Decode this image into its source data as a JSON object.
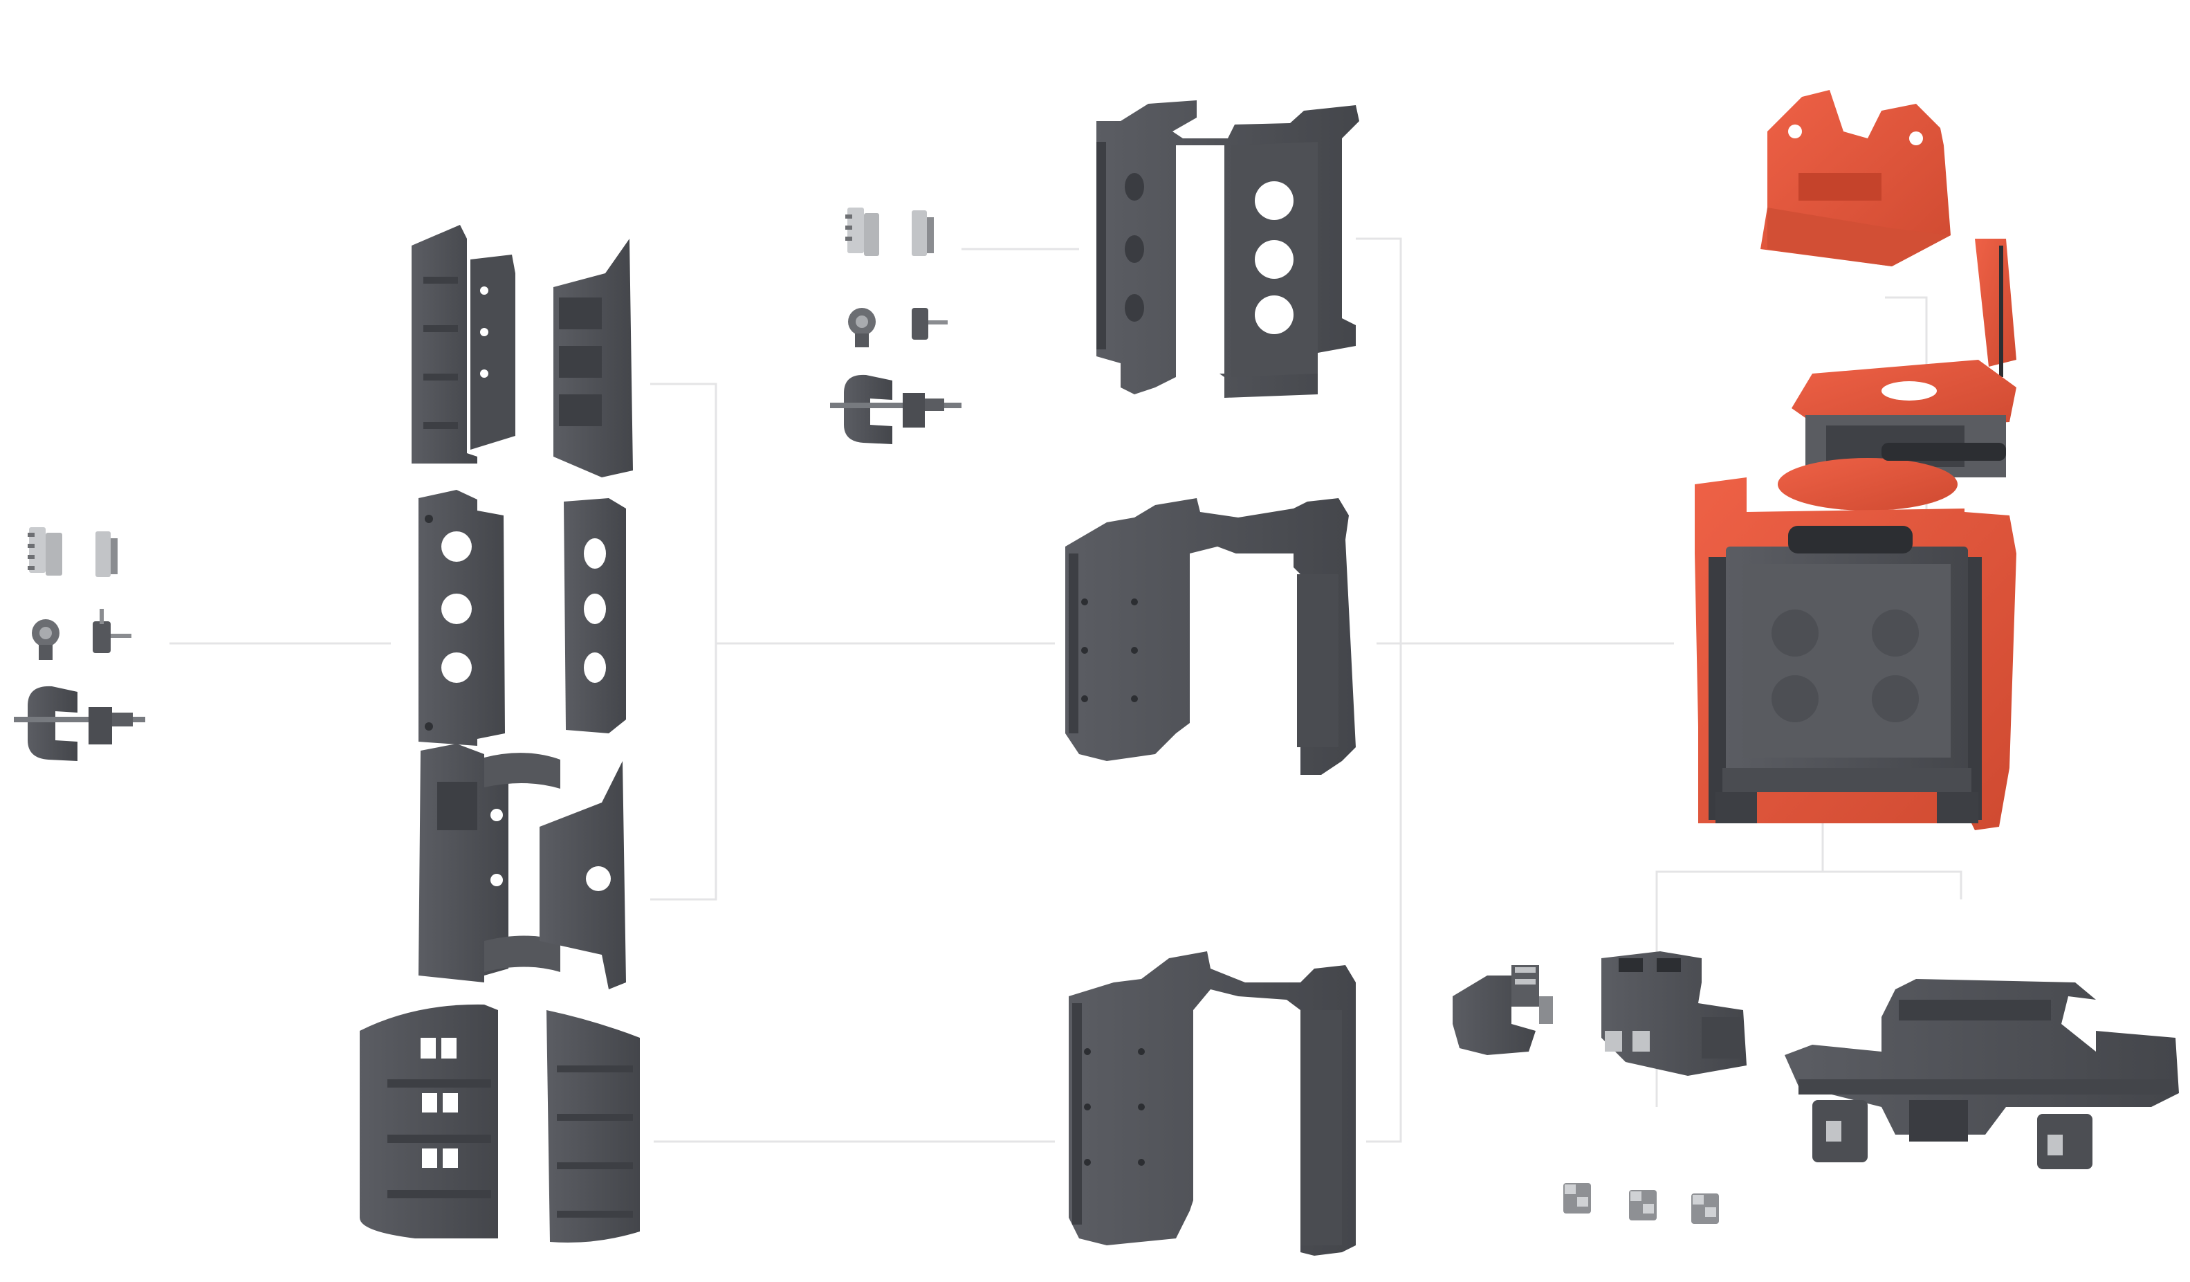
{
  "diagram": {
    "background_color": "#ffffff",
    "part_color": "#4f5157",
    "part_shade_color": "#3d3f44",
    "part_hole_color": "#ffffff",
    "accent_color": "#e8573c",
    "accent_shade_color": "#c8432b",
    "connector_color": "#e4e4e6",
    "hardware_color": "#b9bbbe",
    "groups": [
      {
        "name": "fastener-kit-left",
        "icon": "hardware-icon"
      },
      {
        "name": "outer-clamp-jaws",
        "icon": "clamp-jaw-icon",
        "count": 4
      },
      {
        "name": "fastener-kit-top",
        "icon": "hardware-icon"
      },
      {
        "name": "clamp-frames",
        "icon": "clamp-frame-icon",
        "count": 3
      },
      {
        "name": "vibro-hammer-assembly",
        "icon": "vibro-hammer-icon"
      },
      {
        "name": "hammer-subcomponents",
        "icon": "gearbox-icon",
        "count": 3
      },
      {
        "name": "small-brackets",
        "icon": "bracket-icon",
        "count": 3
      }
    ]
  }
}
